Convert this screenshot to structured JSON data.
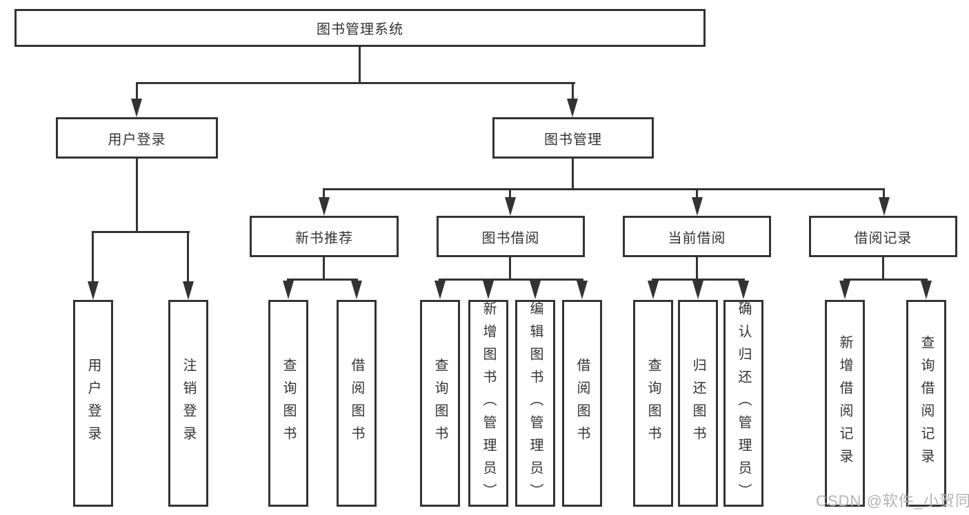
{
  "diagram": {
    "root": {
      "label": "图书管理系统"
    },
    "level2": [
      {
        "id": "user-login",
        "label": "用户登录"
      },
      {
        "id": "book-management",
        "label": "图书管理"
      }
    ],
    "level3": [
      {
        "id": "new-book-recommend",
        "label": "新书推荐"
      },
      {
        "id": "book-borrow",
        "label": "图书借阅"
      },
      {
        "id": "current-borrow",
        "label": "当前借阅"
      },
      {
        "id": "borrow-records",
        "label": "借阅记录"
      }
    ],
    "leaves": [
      {
        "id": "user-login-leaf",
        "label": "用户登录"
      },
      {
        "id": "logout",
        "label": "注销登录"
      },
      {
        "id": "query-books-recommend",
        "label": "查询图书"
      },
      {
        "id": "borrow-books-recommend",
        "label": "借阅图书"
      },
      {
        "id": "query-books-borrow",
        "label": "查询图书"
      },
      {
        "id": "add-book-admin",
        "label": "新增图书（管理员）"
      },
      {
        "id": "edit-book-admin",
        "label": "编辑图书（管理员）"
      },
      {
        "id": "borrow-books-leaf",
        "label": "借阅图书"
      },
      {
        "id": "query-books-current",
        "label": "查询图书"
      },
      {
        "id": "return-book",
        "label": "归还图书"
      },
      {
        "id": "confirm-return-admin",
        "label": "确认归还（管理员）"
      },
      {
        "id": "add-borrow-record",
        "label": "新增借阅记录"
      },
      {
        "id": "query-borrow-record",
        "label": "查询借阅记录"
      }
    ],
    "watermark": "CSDN @软件_小贺同学",
    "colors": {
      "line": "#333333",
      "text": "#333333",
      "box_background": "#ffffff",
      "watermark": "#b3b3b3",
      "background": "#ffffff"
    }
  }
}
